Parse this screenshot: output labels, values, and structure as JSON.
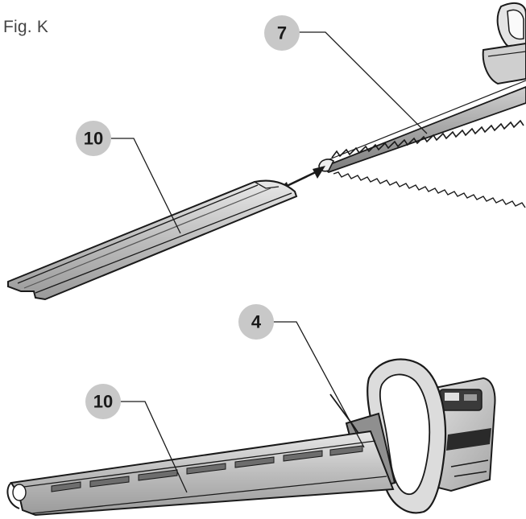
{
  "figure_label": "Fig. K",
  "callouts": [
    {
      "id": "7",
      "label": "7"
    },
    {
      "id": "10-top",
      "label": "10"
    },
    {
      "id": "4",
      "label": "4"
    },
    {
      "id": "10-bottom",
      "label": "10"
    }
  ],
  "colors": {
    "callout_fill": "#c8c8c8",
    "line": "#1a1a1a",
    "part_fill": "#d9d9d9",
    "part_dark": "#8a8a8a"
  }
}
